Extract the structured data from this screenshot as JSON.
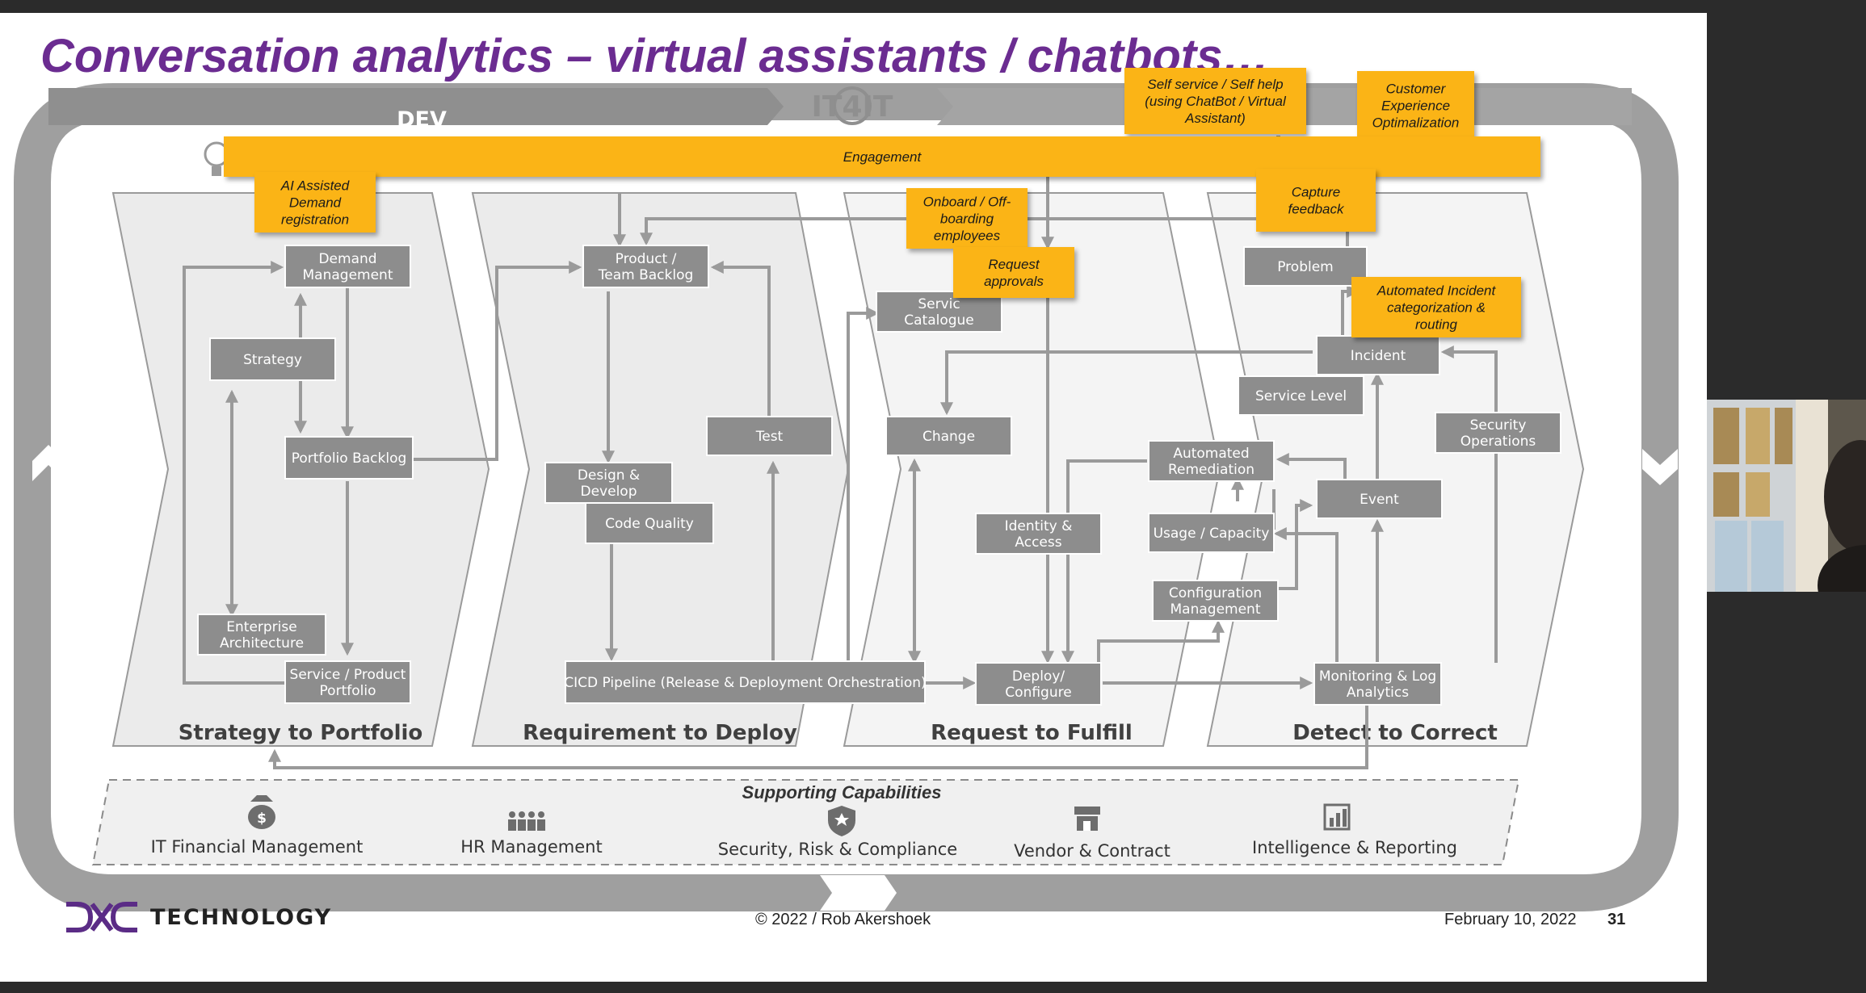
{
  "slide": {
    "title": "Conversation analytics – virtual assistants / chatbots…",
    "dev_label": "DEV",
    "it4it_label": "IT4IT",
    "stages": [
      "Strategy to Portfolio",
      "Requirement to Deploy",
      "Request to Fulfill",
      "Detect to Correct"
    ],
    "boxes": {
      "demand_management": [
        "Demand",
        "Management"
      ],
      "strategy": [
        "Strategy"
      ],
      "portfolio_backlog": [
        "Portfolio Backlog"
      ],
      "enterprise_architecture": [
        "Enterprise",
        "Architecture"
      ],
      "service_product_portfolio": [
        "Service / Product",
        "Portfolio"
      ],
      "product_team_backlog": [
        "Product /",
        "Team Backlog"
      ],
      "test": [
        "Test"
      ],
      "design_develop": [
        "Design &",
        "Develop"
      ],
      "code_quality": [
        "Code Quality"
      ],
      "cicd_pipeline": [
        "CICD Pipeline (Release & Deployment Orchestration)"
      ],
      "service_catalogue": [
        "Servic",
        "Catalogue"
      ],
      "change": [
        "Change"
      ],
      "identity_access": [
        "Identity &",
        "Access"
      ],
      "deploy_configure": [
        "Deploy/",
        "Configure"
      ],
      "problem": [
        "Problem"
      ],
      "incident": [
        "Incident"
      ],
      "service_level": [
        "Service Level"
      ],
      "automated_remediation": [
        "Automated",
        "Remediation"
      ],
      "security_operations": [
        "Security",
        "Operations"
      ],
      "event": [
        "Event"
      ],
      "usage_capacity": [
        "Usage / Capacity"
      ],
      "configuration_management": [
        "Configuration",
        "Management"
      ],
      "monitoring_log_analytics": [
        "Monitoring & Log",
        "Analytics"
      ]
    },
    "callouts": {
      "self_service": [
        "Self service / Self help",
        "(using ChatBot / Virtual",
        "Assistant)"
      ],
      "customer_experience": [
        "Customer",
        "Experience",
        "Optimalization"
      ],
      "engagement": [
        "Engagement"
      ],
      "ai_assisted_demand": [
        "AI Assisted",
        "Demand",
        "registration"
      ],
      "onboard_offboarding": [
        "Onboard / Off-",
        "boarding",
        "employees"
      ],
      "request_approvals": [
        "Request",
        "approvals"
      ],
      "capture_feedback": [
        "Capture",
        "feedback"
      ],
      "automated_incident": [
        "Automated Incident",
        "categorization &",
        "routing"
      ]
    },
    "supporting": {
      "title": "Supporting Capabilities",
      "items": [
        {
          "label": "IT Financial Management",
          "icon": "money-bag-icon"
        },
        {
          "label": "HR Management",
          "icon": "people-icon"
        },
        {
          "label": "Security, Risk & Compliance",
          "icon": "shield-icon"
        },
        {
          "label": "Vendor & Contract",
          "icon": "store-icon"
        },
        {
          "label": "Intelligence & Reporting",
          "icon": "bar-chart-icon"
        }
      ]
    },
    "footer": {
      "logo_text": "TECHNOLOGY",
      "copyright": "© 2022 / Rob Akershoek",
      "date": "February 10, 2022",
      "page_number": "31"
    },
    "colors": {
      "title": "#6b2c91",
      "callout": "#fbb413",
      "box": "#8d8d8d",
      "ring": "#9a9a9a",
      "logo": "#5b2c86"
    }
  }
}
